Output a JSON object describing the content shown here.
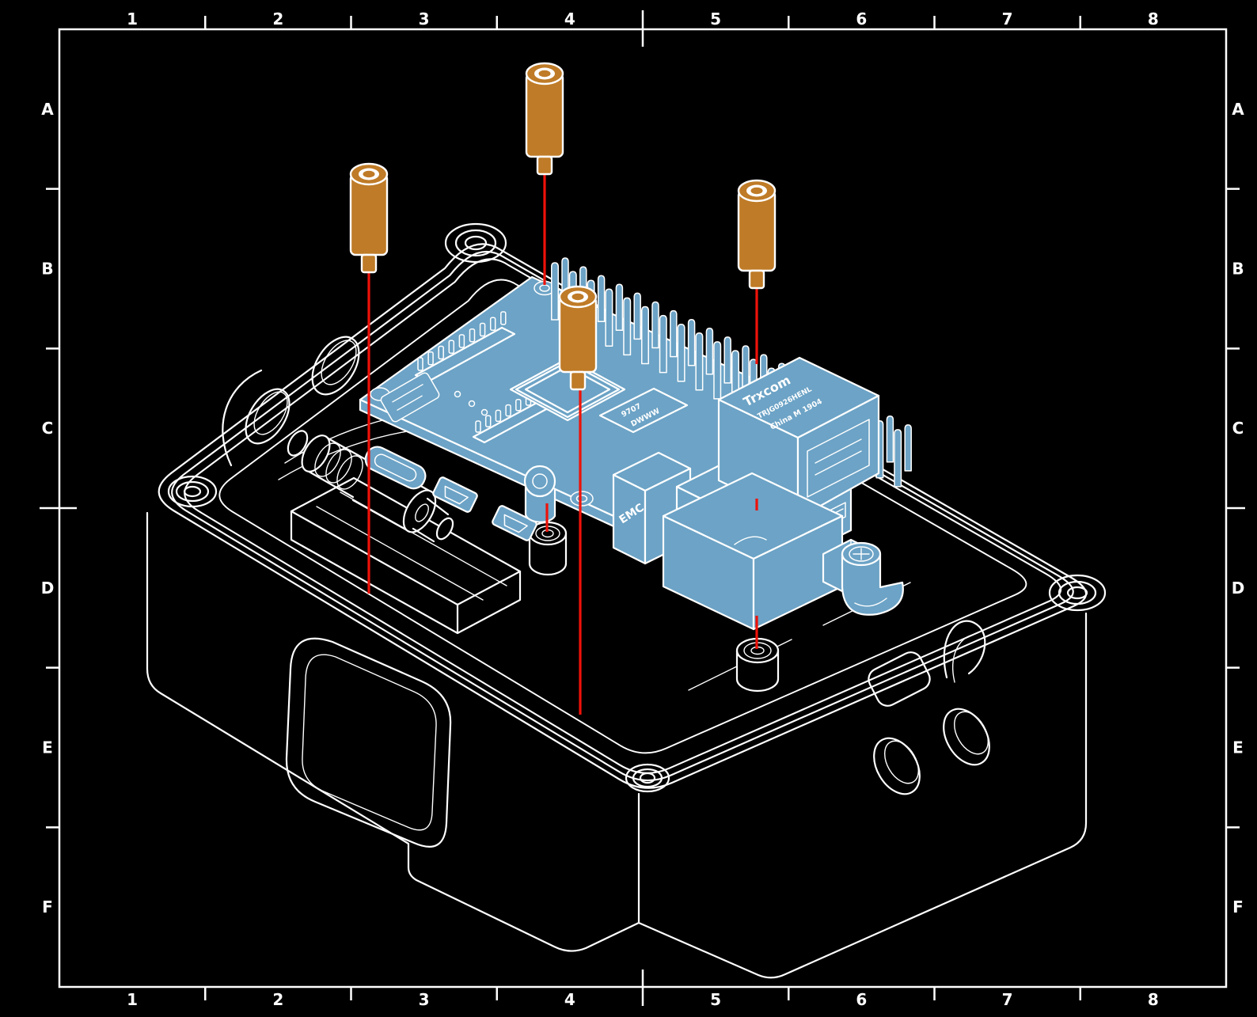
{
  "document": {
    "type": "technical-assembly-drawing",
    "description": "Exploded isometric view: single-board computer with four brass standoffs aligned by red leader lines into an enclosure base"
  },
  "colors": {
    "background": "#000000",
    "linework": "#ffffff",
    "pcb_blue": "#6ca3c6",
    "standoff_brass": "#bf7b27",
    "leader_line_red": "#ee1209"
  },
  "drawing_frame": {
    "column_labels": [
      "1",
      "2",
      "3",
      "4",
      "5",
      "6",
      "7",
      "8"
    ],
    "row_labels": [
      "A",
      "B",
      "C",
      "D",
      "E",
      "F"
    ]
  },
  "pcb": {
    "ethernet_jack": {
      "line1": "Trxcom",
      "line2": "TRJG0926HENL",
      "line3": "China M 1904"
    },
    "usb_shield_label": "EMC",
    "chip": {
      "line1": "9707",
      "line2": "DWWW"
    }
  }
}
